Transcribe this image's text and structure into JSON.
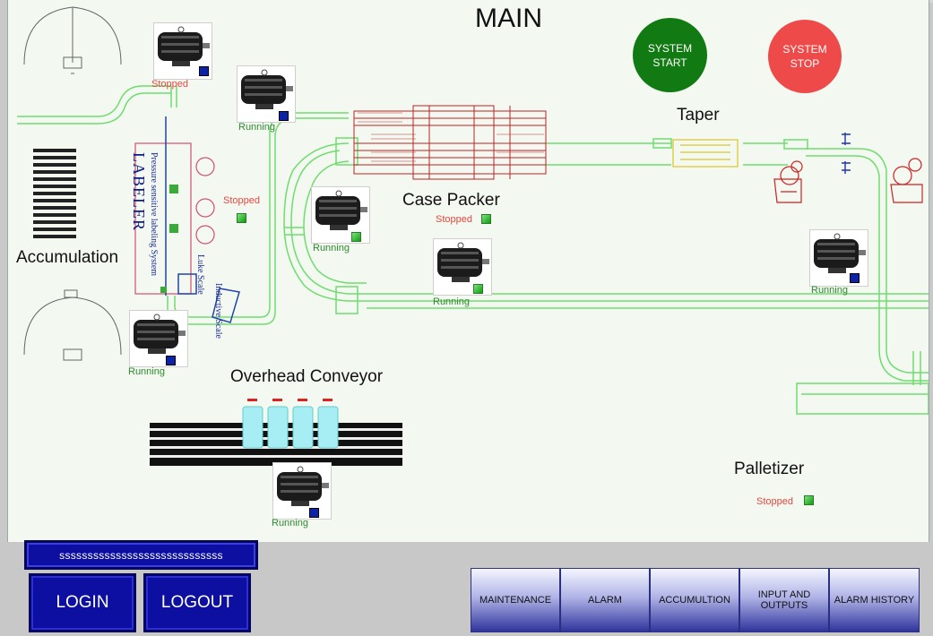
{
  "page": {
    "title": "MAIN"
  },
  "controls": {
    "start_label": "SYSTEM\nSTART",
    "stop_label": "SYSTEM\nSTOP"
  },
  "sections": {
    "accumulation": "Accumulation",
    "overhead_conveyor": "Overhead Conveyor",
    "case_packer": "Case Packer",
    "taper": "Taper",
    "palletizer": "Palletizer"
  },
  "labeler": {
    "title": "LABELER",
    "side_text_1": "Pressure sensitive labeling System",
    "side_text_2": "Luke Scale",
    "side_text_3": "Inductive Scale"
  },
  "statuses": {
    "motor_top_left": "Stopped",
    "motor_top_mid": "Running",
    "labeler": "Stopped",
    "motor_center": "Running",
    "case_packer": "Stopped",
    "motor_case_packer": "Running",
    "motor_right": "Running",
    "motor_bottom_left": "Running",
    "motor_overhead": "Running",
    "palletizer": "Stopped"
  },
  "bottom": {
    "user_field_value": "sssssssssssssssssssssssssssss",
    "login_label": "LOGIN",
    "logout_label": "LOGOUT",
    "nav": [
      "MAINTENANCE",
      "ALARM",
      "ACCUMULTION",
      "INPUT AND\nOUTPUTS",
      "ALARM HISTORY"
    ]
  },
  "colors": {
    "start_green": "#127a12",
    "stop_red": "#ef4a4a",
    "conveyor_green": "#55d455",
    "nav_blue": "#30349c"
  }
}
